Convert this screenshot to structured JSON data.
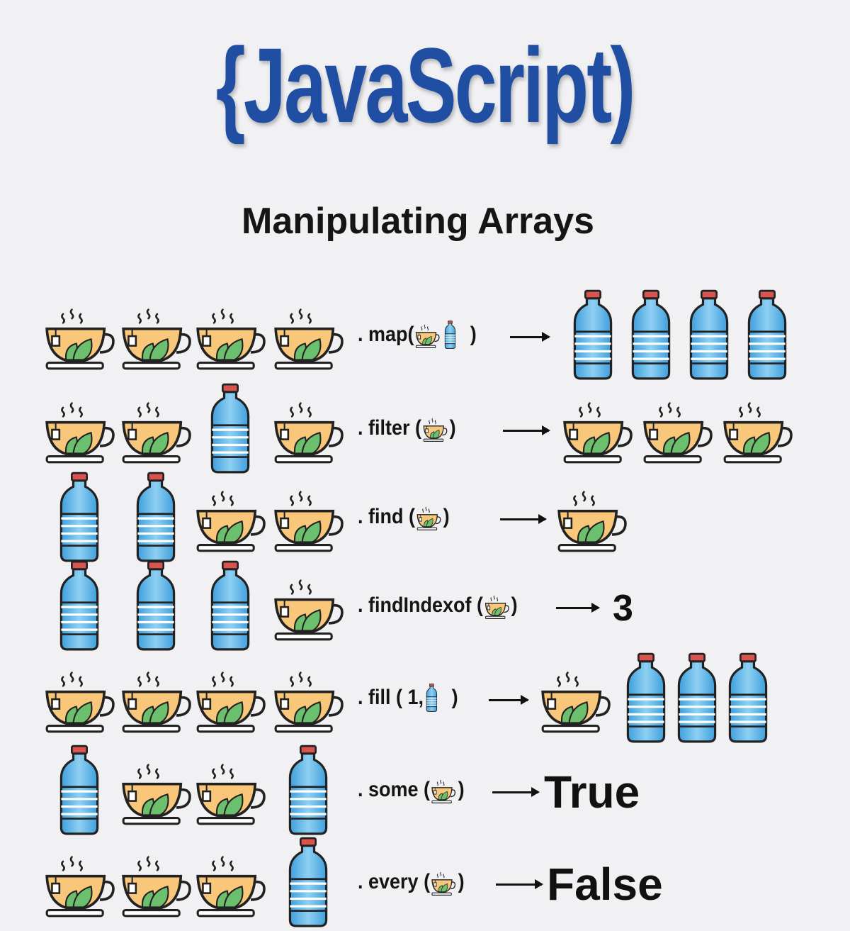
{
  "title": "{JavaScript)",
  "subtitle": "Manipulating Arrays",
  "colors": {
    "title": "#1f4ea3",
    "cup": "#f9c77a",
    "leaf": "#6cbf6c",
    "bottle": "#5bb5e8",
    "cap": "#d9534f"
  },
  "rows": [
    {
      "input": [
        "cup",
        "cup",
        "cup",
        "cup"
      ],
      "method": {
        "open": ". map(",
        "args": [
          "cup",
          "bottle"
        ],
        "close": ")"
      },
      "result_icons": [
        "bottle",
        "bottle",
        "bottle",
        "bottle"
      ]
    },
    {
      "input": [
        "cup",
        "cup",
        "bottle",
        "cup"
      ],
      "method": {
        "open": ". filter (",
        "args": [
          "cup"
        ],
        "close": ")"
      },
      "result_icons": [
        "cup",
        "cup",
        "cup"
      ]
    },
    {
      "input": [
        "bottle",
        "bottle",
        "cup",
        "cup"
      ],
      "method": {
        "open": ". find (",
        "args": [
          "cup"
        ],
        "close": ")"
      },
      "result_icons": [
        "cup"
      ]
    },
    {
      "input": [
        "bottle",
        "bottle",
        "bottle",
        "cup"
      ],
      "method": {
        "open": ". findIndexof (",
        "args": [
          "cup"
        ],
        "close": ")"
      },
      "result_text": "3"
    },
    {
      "input": [
        "cup",
        "cup",
        "cup",
        "cup"
      ],
      "method": {
        "open": ". fill ( 1,",
        "args": [
          "bottle"
        ],
        "close": " )"
      },
      "result_icons": [
        "cup",
        "bottle",
        "bottle",
        "bottle"
      ]
    },
    {
      "input": [
        "bottle",
        "cup",
        "cup",
        "bottle"
      ],
      "method": {
        "open": ". some (",
        "args": [
          "cup"
        ],
        "close": ")"
      },
      "result_text": "True"
    },
    {
      "input": [
        "cup",
        "cup",
        "cup",
        "bottle"
      ],
      "method": {
        "open": ". every (",
        "args": [
          "cup"
        ],
        "close": ")"
      },
      "result_text": "False"
    }
  ]
}
